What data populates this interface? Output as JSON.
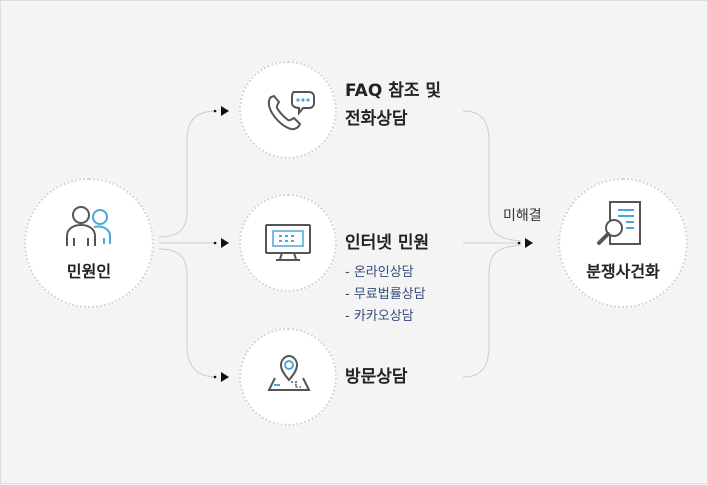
{
  "applicant": {
    "label": "민원인",
    "icon": "people-icon"
  },
  "channels": [
    {
      "title_line1": "FAQ 참조 및",
      "title_line2": "전화상담",
      "icon": "phone-chat-icon"
    },
    {
      "title": "인터넷 민원",
      "icon": "monitor-icon",
      "sub_items": [
        "- 온라인상담",
        "- 무료법률상담",
        "- 카카오상담"
      ]
    },
    {
      "title": "방문상담",
      "icon": "map-pin-icon"
    }
  ],
  "unresolved_label": "미해결",
  "mediation": {
    "label": "분쟁사건화",
    "icon": "document-search-icon"
  },
  "colors": {
    "line": "#cccccc",
    "arrow": "#111111",
    "accent": "#4aa8d8",
    "dark": "#555555"
  }
}
